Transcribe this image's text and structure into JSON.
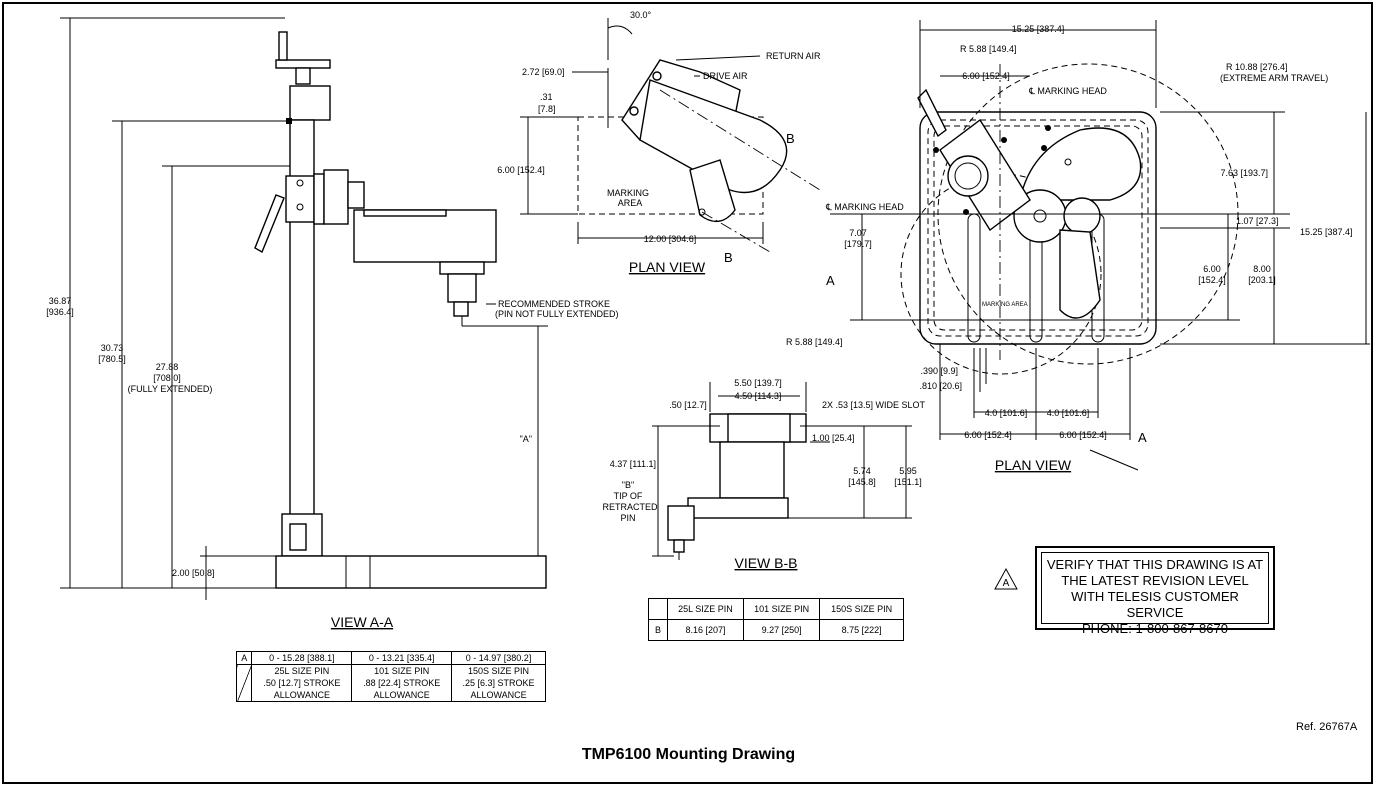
{
  "title": "TMP6100 Mounting Drawing",
  "ref": "Ref. 26767A",
  "view_aa": {
    "label": "VIEW A-A",
    "dims": {
      "overall_height": "36.87",
      "overall_height_mm": "[936.4]",
      "height_2": "30.73",
      "height_2_mm": "[780.5]",
      "height_3": "27.88",
      "height_3_mm": "[708.0]",
      "fully_extended": "(FULLY EXTENDED)",
      "base": "2.00 [50.8]",
      "a_dim": "\"A\"",
      "recommended_stroke": "RECOMMENDED STROKE",
      "pin_not_extended": "(PIN NOT FULLY EXTENDED)"
    },
    "table": {
      "row_a_label": "A",
      "row_a": [
        "0 - 15.28 [388.1]",
        "0 - 13.21 [335.4]",
        "0 - 14.97 [380.2]"
      ],
      "row_b1": [
        "25L SIZE PIN",
        "101 SIZE PIN",
        "150S SIZE PIN"
      ],
      "row_b2": [
        ".50 [12.7] STROKE",
        ".88 [22.4] STROKE",
        ".25 [6.3] STROKE"
      ],
      "row_b3": [
        "ALLOWANCE",
        "ALLOWANCE",
        "ALLOWANCE"
      ]
    }
  },
  "plan_view_top": {
    "label": "PLAN VIEW",
    "angle": "30.0°",
    "return_air": "RETURN AIR",
    "drive_air": "DRIVE AIR",
    "d1": "2.72 [69.0]",
    "d2a": ".31",
    "d2b": "[7.8]",
    "d3": "6.00 [152.4]",
    "marking_area_1": "MARKING",
    "marking_area_2": "AREA",
    "d4": "12.00 [304.6]",
    "section_b": "B"
  },
  "view_bb": {
    "label": "VIEW B-B",
    "d1": "5.50 [139.7]",
    "d2": "4.50 [114.3]",
    "d3": ".50 [12.7]",
    "slot": "2X .53 [13.5] WIDE SLOT",
    "d4": "1.00 [25.4]",
    "d5": "4.37 [111.1]",
    "d6a": "5.74",
    "d6b": "[145.8]",
    "d7a": "5.95",
    "d7b": "[151.1]",
    "b_tip": "\"B\"",
    "tip_of": "TIP OF",
    "retracted": "RETRACTED",
    "pin": "PIN",
    "table": {
      "headers": [
        "25L SIZE PIN",
        "101 SIZE PIN",
        "150S SIZE PIN"
      ],
      "row_label": "B",
      "row": [
        "8.16 [207]",
        "9.27 [250]",
        "8.75 [222]"
      ]
    }
  },
  "plan_view_right": {
    "label": "PLAN VIEW",
    "d_width": "15.25 [387.4]",
    "r1": "R 5.88 [149.4]",
    "d_600": "6.00 [152.4]",
    "marking_head_1": "℄ MARKING HEAD",
    "r_extreme": "R 10.88 [276.4]",
    "extreme": "(EXTREME ARM TRAVEL)",
    "d_763": "7.63 [193.7]",
    "marking_head_2": "℄ MARKING HEAD",
    "d_107": "1.07 [27.3]",
    "d_height": "15.25 [387.4]",
    "d_707a": "7.07",
    "d_707b": "[179.7]",
    "d_600v_a": "6.00",
    "d_600v_b": "[152.4]",
    "d_800a": "8.00",
    "d_800b": "[203.1]",
    "section_a": "A",
    "r2": "R 5.88 [149.4]",
    "marking_area": "MARKING AREA",
    "d_390": ".390 [9.9]",
    "d_810": ".810 [20.6]",
    "d_40a": "4.0 [101.6]",
    "d_40b": "4.0 [101.6]",
    "d_600a": "6.00 [152.4]",
    "d_600b": "6.00 [152.4]"
  },
  "notice": {
    "rev_symbol": "A",
    "line1": "VERIFY THAT THIS DRAWING IS AT",
    "line2": "THE LATEST REVISION LEVEL",
    "line3": "WITH TELESIS CUSTOMER SERVICE",
    "line4": "PHONE: 1-800-867-8670"
  }
}
